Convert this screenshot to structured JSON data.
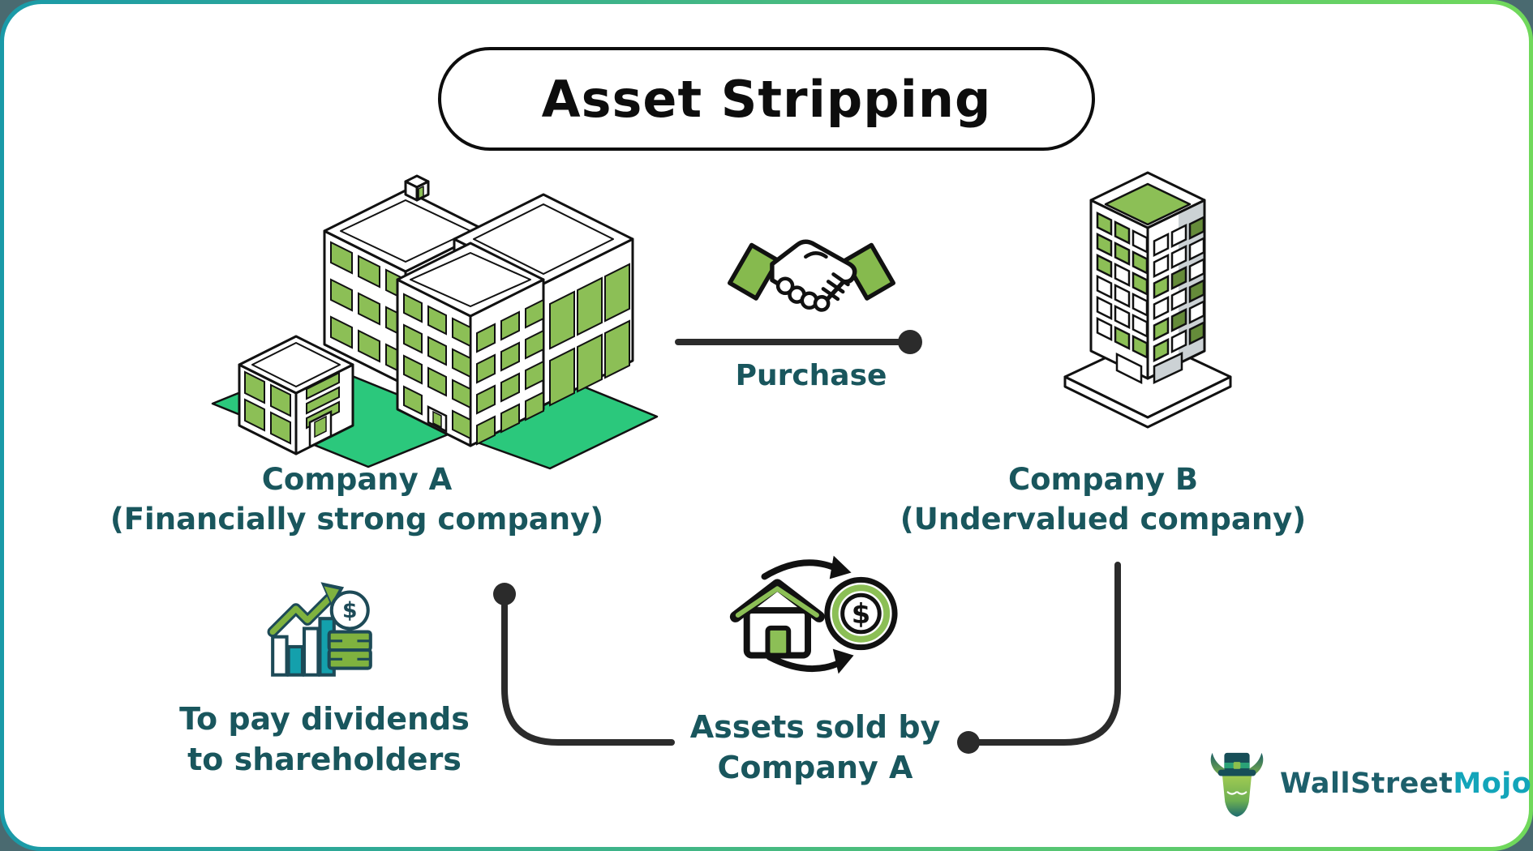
{
  "title": "Asset Stripping",
  "companies": {
    "a": {
      "name": "Company A",
      "descriptor": "(Financially strong company)"
    },
    "b": {
      "name": "Company B",
      "descriptor": "(Undervalued company)"
    }
  },
  "flow": {
    "purchase_label": "Purchase",
    "assets_sold": {
      "line1": "Assets sold by",
      "line2": "Company A"
    },
    "dividends": {
      "line1": "To pay dividends",
      "line2": "to shareholders"
    }
  },
  "logo": {
    "wallstreet": "WallStreet",
    "mojo": "Mojo"
  },
  "colors": {
    "accent_green": "#8cbf56",
    "lawn_green": "#2bc87c",
    "teal_bar": "#14a0ac",
    "text_dark_teal": "#19565d",
    "connector_dark": "#2b2b2b",
    "icon_outline_navy": "#1d4a57",
    "border_gradient_left": "#1a9aa8",
    "border_gradient_right": "#71d95b",
    "logo_dark_teal": "#1d5f6b",
    "logo_bright_teal": "#13a5ba"
  }
}
